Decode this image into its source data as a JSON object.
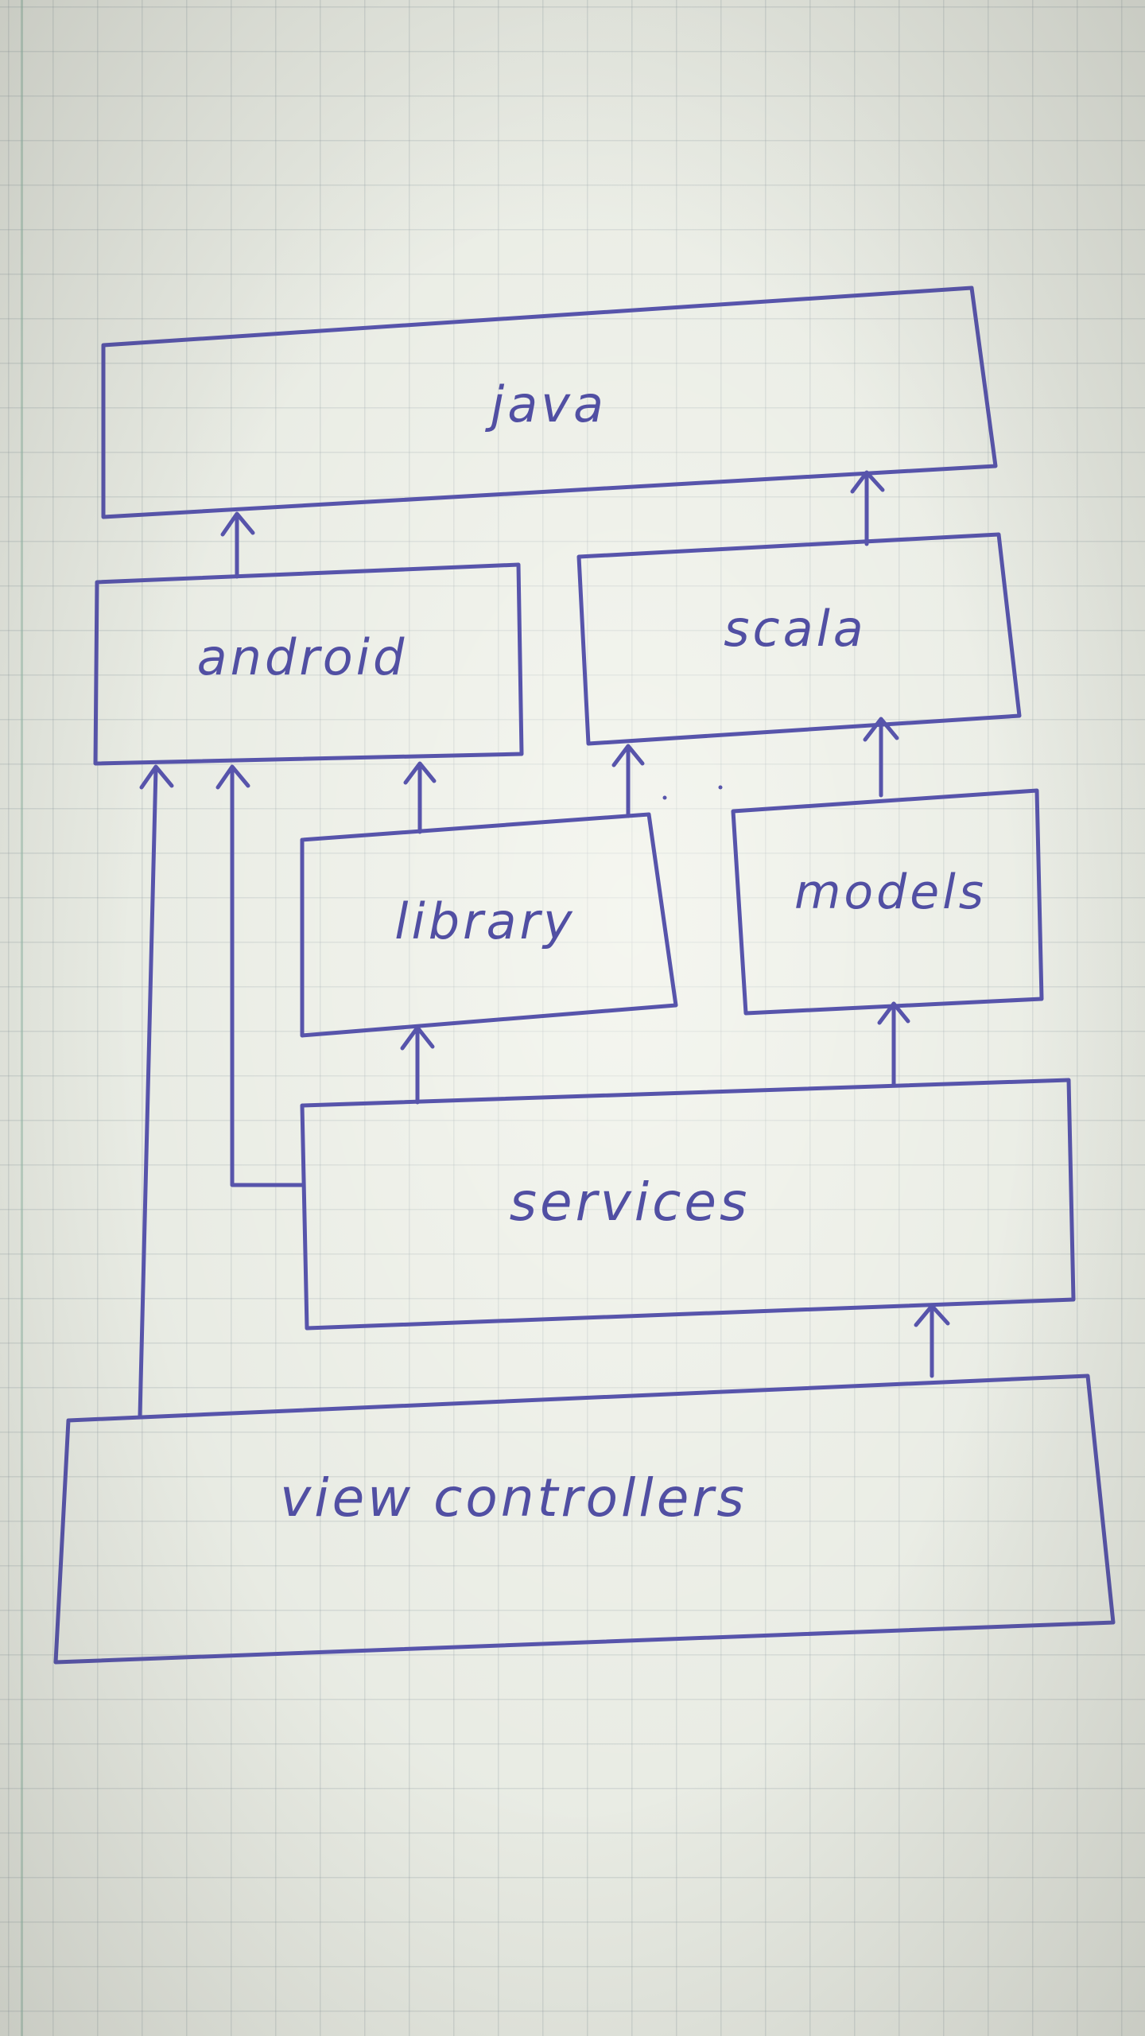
{
  "diagram": {
    "nodes": {
      "java": "java",
      "android": "android",
      "scala": "scala",
      "library": "library",
      "models": "models",
      "services": "services",
      "view_controllers": "view controllers"
    },
    "edges": [
      {
        "from": "android",
        "to": "java"
      },
      {
        "from": "scala",
        "to": "java"
      },
      {
        "from": "library",
        "to": "android"
      },
      {
        "from": "library",
        "to": "scala"
      },
      {
        "from": "models",
        "to": "scala"
      },
      {
        "from": "services",
        "to": "library"
      },
      {
        "from": "services",
        "to": "models"
      },
      {
        "from": "services",
        "to": "android"
      },
      {
        "from": "view_controllers",
        "to": "services"
      },
      {
        "from": "view_controllers",
        "to": "android"
      }
    ]
  },
  "colors": {
    "ink": "#5754ab",
    "paper": "#e8ebe3",
    "grid": "#9aa0a5"
  }
}
